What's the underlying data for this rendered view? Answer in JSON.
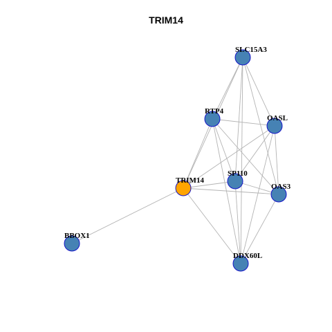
{
  "title": "TRIM14",
  "colors": {
    "focus_fill": "#FFA500",
    "node_fill": "#4682B4",
    "node_stroke": "#1515C8",
    "edge": "#B3B3B3"
  },
  "nodes": [
    {
      "id": "SLC15A3",
      "label": "SLC15A3",
      "focus": false
    },
    {
      "id": "RTP4",
      "label": "RTP4",
      "focus": false
    },
    {
      "id": "OASL",
      "label": "OASL",
      "focus": false
    },
    {
      "id": "TRIM14",
      "label": "TRIM14",
      "focus": true
    },
    {
      "id": "SP110",
      "label": "SP110",
      "focus": false
    },
    {
      "id": "OAS3",
      "label": "OAS3",
      "focus": false
    },
    {
      "id": "BBOX1",
      "label": "BBOX1",
      "focus": false
    },
    {
      "id": "DDX60L",
      "label": "DDX60L",
      "focus": false
    }
  ],
  "edges": [
    [
      "TRIM14",
      "BBOX1"
    ],
    [
      "TRIM14",
      "SLC15A3"
    ],
    [
      "TRIM14",
      "RTP4"
    ],
    [
      "TRIM14",
      "OASL"
    ],
    [
      "TRIM14",
      "SP110"
    ],
    [
      "TRIM14",
      "OAS3"
    ],
    [
      "TRIM14",
      "DDX60L"
    ],
    [
      "SLC15A3",
      "RTP4"
    ],
    [
      "SLC15A3",
      "OASL"
    ],
    [
      "SLC15A3",
      "SP110"
    ],
    [
      "SLC15A3",
      "OAS3"
    ],
    [
      "SLC15A3",
      "DDX60L"
    ],
    [
      "RTP4",
      "OASL"
    ],
    [
      "RTP4",
      "SP110"
    ],
    [
      "RTP4",
      "OAS3"
    ],
    [
      "RTP4",
      "DDX60L"
    ],
    [
      "OASL",
      "SP110"
    ],
    [
      "OASL",
      "OAS3"
    ],
    [
      "OASL",
      "DDX60L"
    ],
    [
      "SP110",
      "OAS3"
    ],
    [
      "SP110",
      "DDX60L"
    ],
    [
      "OAS3",
      "DDX60L"
    ]
  ]
}
